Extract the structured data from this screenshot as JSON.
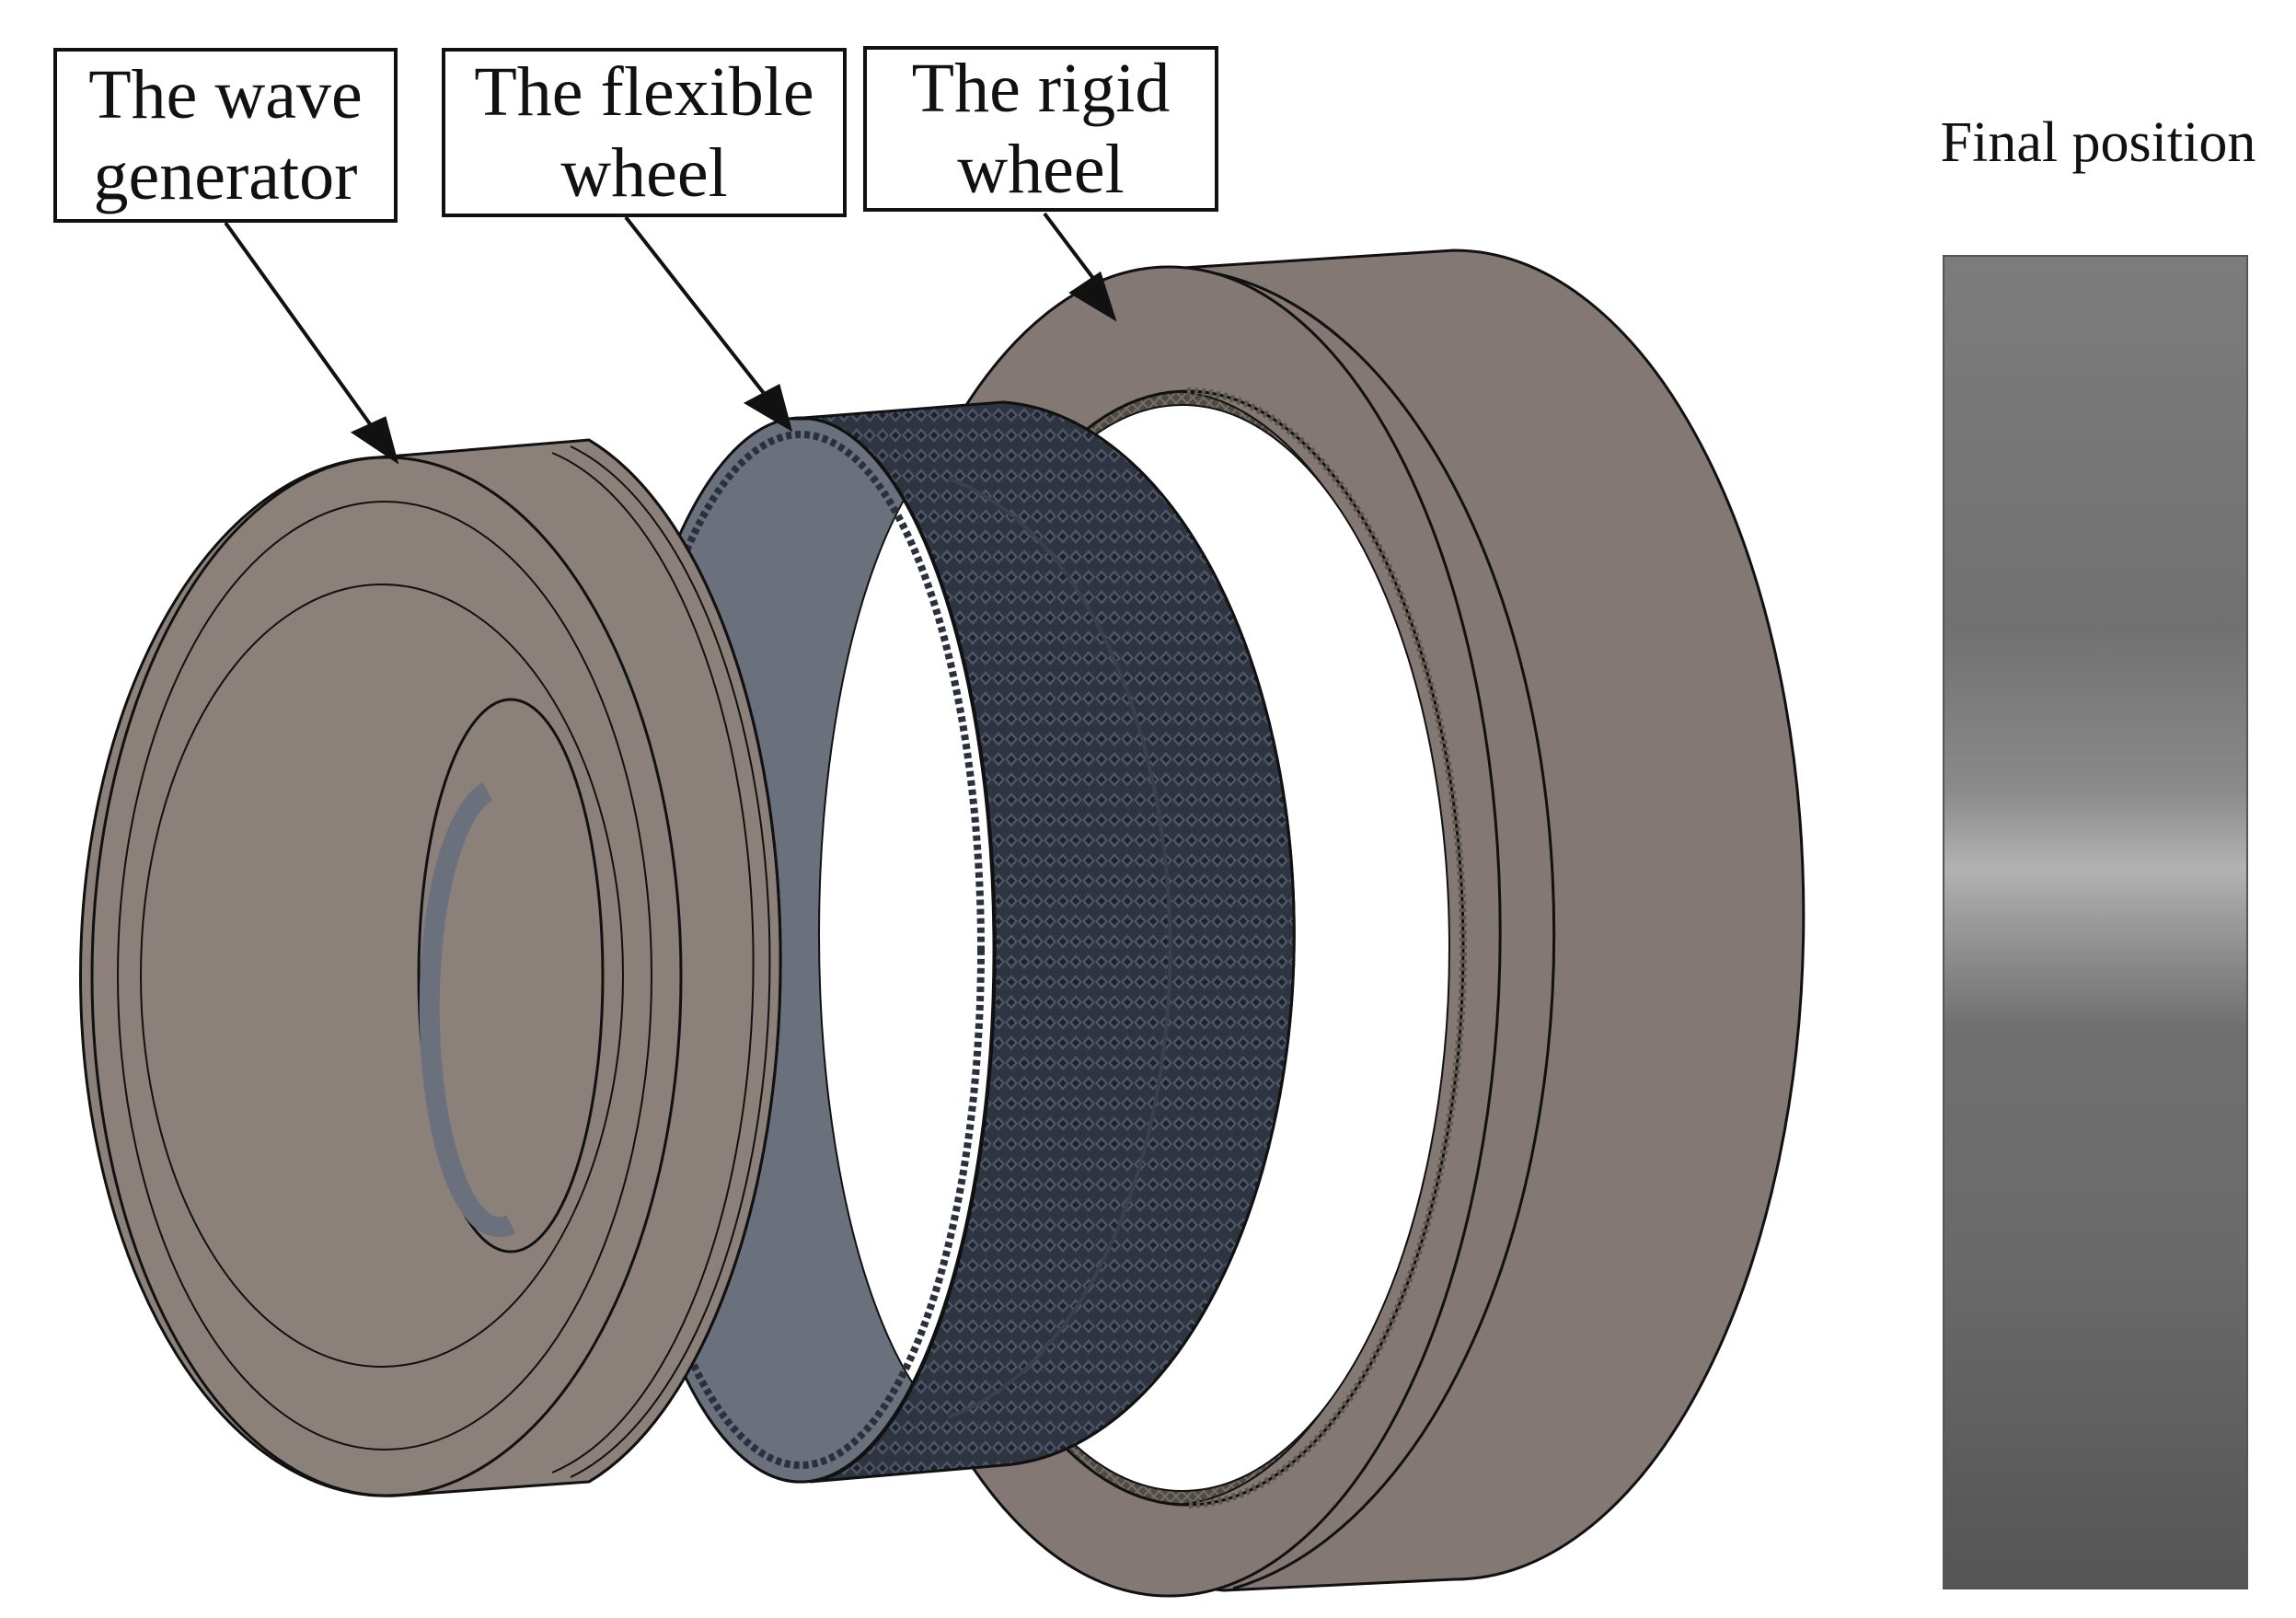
{
  "labels": {
    "wave_generator": [
      "The wave",
      "generator"
    ],
    "flexible_wheel": [
      "The flexible",
      "wheel"
    ],
    "rigid_wheel": [
      "The rigid",
      "wheel"
    ]
  },
  "legend": {
    "title": "Final position"
  },
  "colors": {
    "wave_generator": "#8c807b",
    "flexible_wheel_inner": "#6b717c",
    "flexible_wheel_teeth": "#2b313c",
    "rigid_wheel": "#837873",
    "rigid_wheel_teeth": "#5e574f",
    "outline": "#111111"
  }
}
